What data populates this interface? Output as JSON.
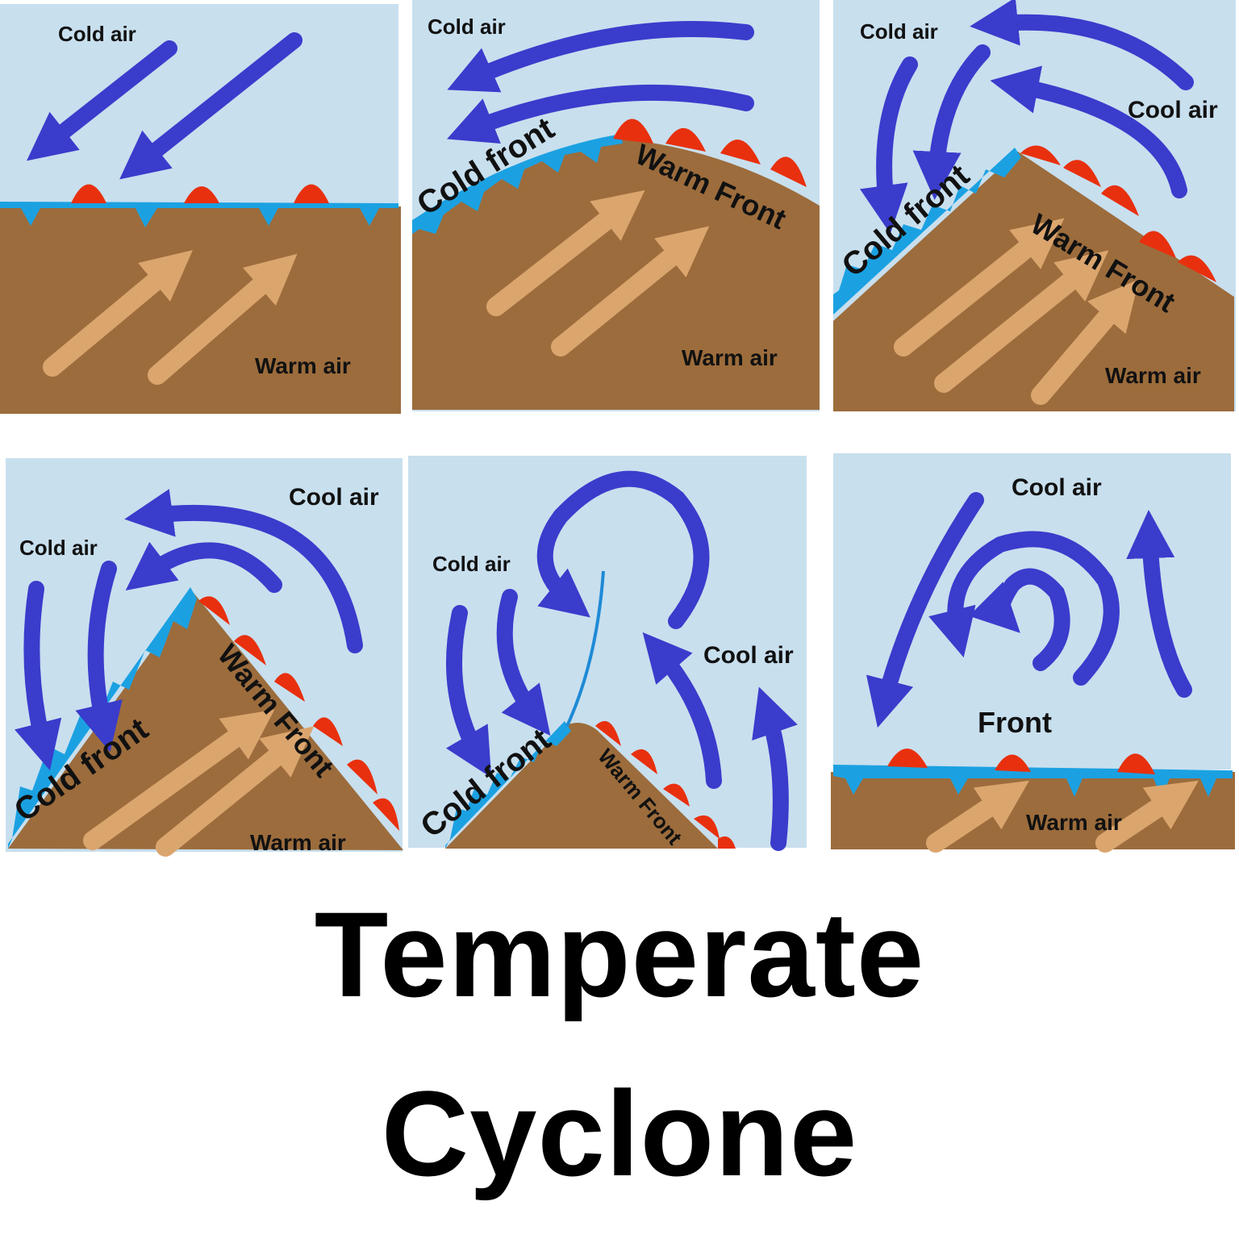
{
  "colors": {
    "sky": "#c8dfee",
    "ground": "#9c6c3c",
    "cold_front": "#1ba1e2",
    "warm_front": "#e8300e",
    "arrow_blue": "#3a3ccc",
    "arrow_warm": "#dba56e",
    "front_line": "#1e8ad6"
  },
  "panels": [
    {
      "id": "stage-1",
      "labels": {
        "cold": "Cold air",
        "warm": "Warm air"
      }
    },
    {
      "id": "stage-2",
      "labels": {
        "cold": "Cold air",
        "cold_front": "Cold front",
        "warm_front": "Warm Front",
        "warm": "Warm air"
      }
    },
    {
      "id": "stage-3",
      "labels": {
        "cold": "Cold air",
        "cool": "Cool air",
        "cold_front": "Cold front",
        "warm_front": "Warm Front",
        "warm": "Warm air"
      }
    },
    {
      "id": "stage-4",
      "labels": {
        "cold": "Cold air",
        "cool": "Cool air",
        "cold_front": "Cold front",
        "warm_front": "Warm Front",
        "warm": "Warm air"
      }
    },
    {
      "id": "stage-5",
      "labels": {
        "cold": "Cold air",
        "cool": "Cool air",
        "cold_front": "Cold front",
        "warm_front": "Warm Front"
      }
    },
    {
      "id": "stage-6",
      "labels": {
        "cool": "Cool air",
        "front": "Front",
        "warm": "Warm air"
      }
    }
  ],
  "title": {
    "line1": "Temperate",
    "line2": "Cyclone"
  }
}
